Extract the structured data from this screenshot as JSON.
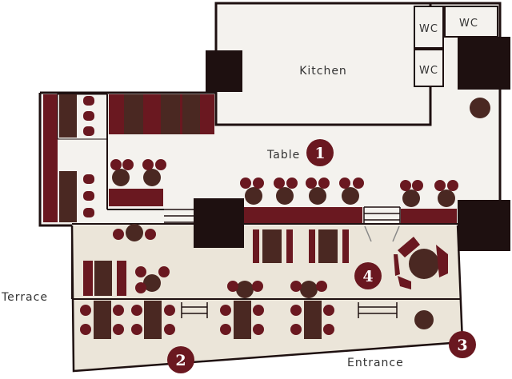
{
  "labels": {
    "kitchen": "Kitchen",
    "wc_1": "WC",
    "wc_2": "WC",
    "wc_3": "WC",
    "table": "Table",
    "terrace": "Terrace",
    "entrance": "Entrance"
  },
  "markers": [
    "1",
    "2",
    "3",
    "4"
  ],
  "colors": {
    "floor_interior": "#f4f2ee",
    "floor_terrace": "#ebe5d9",
    "wall": "#1e1010",
    "furniture": "#6a1820",
    "dark_brown": "#4a2822",
    "marker_fill": "#6a1820"
  }
}
